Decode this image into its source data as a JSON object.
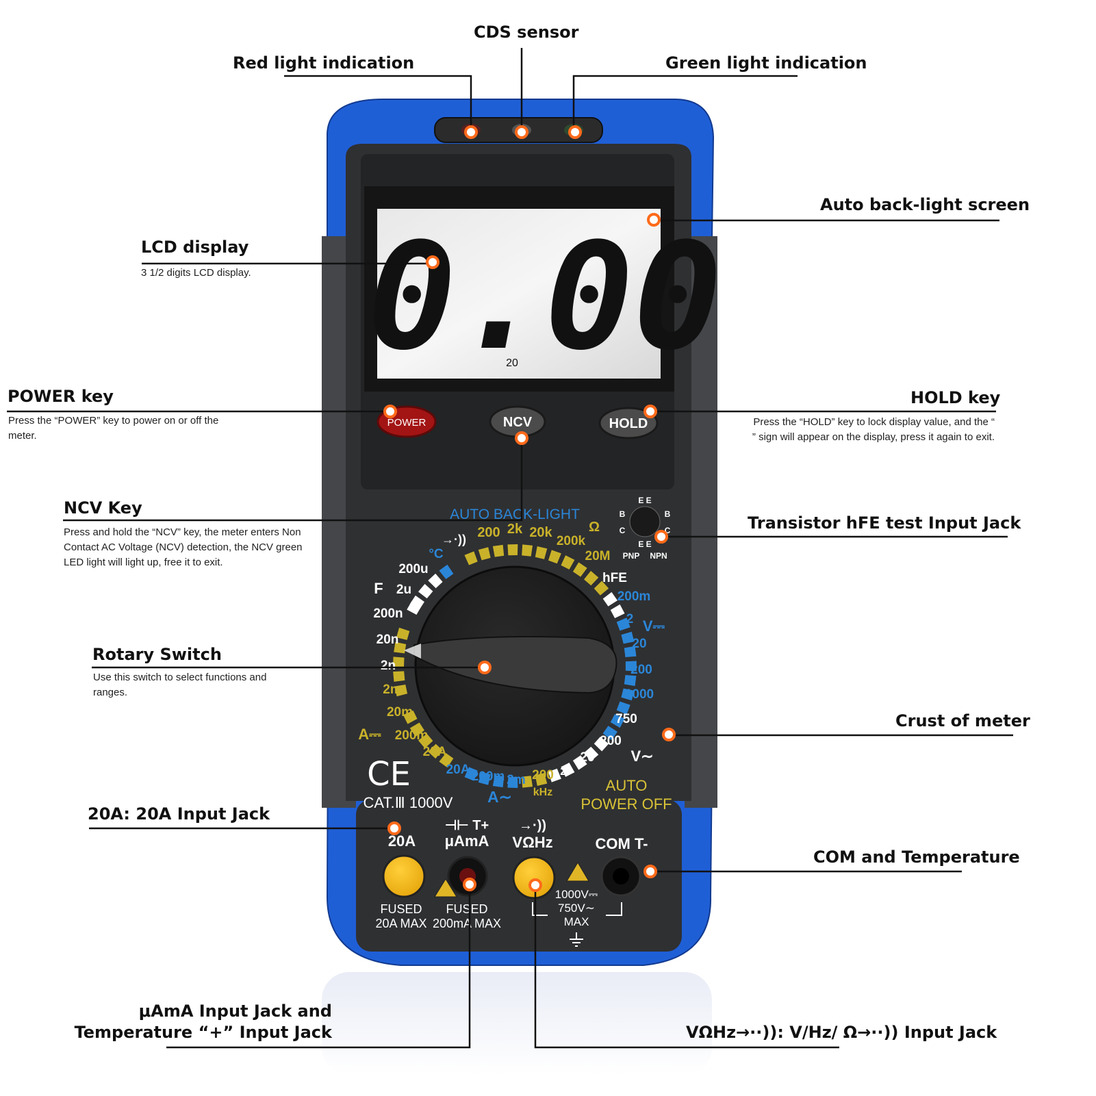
{
  "colors": {
    "accent_blue": "#1f5fd6",
    "body_dark": "#2f3032",
    "marker": "#ff6a1a",
    "yellow": "#c9b22a",
    "range_blue": "#2b86d8"
  },
  "callouts": {
    "cds_sensor": {
      "title": "CDS sensor"
    },
    "red_light": {
      "title": "Red light indication"
    },
    "green_light": {
      "title": "Green light indication"
    },
    "auto_backlight_screen": {
      "title": "Auto back-light screen"
    },
    "lcd_display": {
      "title": "LCD display",
      "desc": "3 1/2 digits LCD display."
    },
    "power_key": {
      "title": "POWER key",
      "desc": "Press the “POWER” key to power on or off the meter."
    },
    "hold_key": {
      "title": "HOLD key",
      "desc": "Press the “HOLD” key to lock display value, and the “   ” sign will appear on the display, press it again to exit."
    },
    "ncv_key": {
      "title": "NCV Key",
      "desc": "Press and hold the “NCV” key, the meter enters Non Contact AC Voltage (NCV) detection, the NCV green LED light will light up, free it to exit."
    },
    "transistor_jack": {
      "title": "Transistor hFE test Input Jack"
    },
    "rotary_switch": {
      "title": "Rotary Switch",
      "desc": "Use this switch to select functions and ranges."
    },
    "crust": {
      "title": "Crust of meter"
    },
    "jack_20a": {
      "title": "20A: 20A Input Jack"
    },
    "com_temp": {
      "title": "COM and Temperature"
    },
    "uama_jack": {
      "title": "μAmA Input Jack and Temperature “+” Input Jack"
    },
    "vohz_jack": {
      "title": "VΩHz→··)): V/Hz/ Ω→··)) Input Jack"
    }
  },
  "meter": {
    "lcd_value": "0.00",
    "lcd_range": "20",
    "buttons": {
      "power": "POWER",
      "ncv": "NCV",
      "hold": "HOLD"
    },
    "auto_backlight": "AUTO BACK-LIGHT",
    "auto_power_off_1": "AUTO",
    "auto_power_off_2": "POWER OFF",
    "ce": "CE",
    "cat": "CAT.Ⅲ  1000V",
    "hfe_pins": {
      "top": "E   E",
      "row2_left": "B",
      "row2_right": "B",
      "row3_left": "C",
      "row3_right": "C",
      "row4": "E   E",
      "pnp": "PNP",
      "npn": "NPN"
    },
    "dial_labels": [
      {
        "id": "diode",
        "text": "→·))",
        "color": "white"
      },
      {
        "id": "r200",
        "text": "200",
        "color": "yellow"
      },
      {
        "id": "r2k",
        "text": "2k",
        "color": "yellow"
      },
      {
        "id": "r20k",
        "text": "20k",
        "color": "yellow"
      },
      {
        "id": "r200k",
        "text": "200k",
        "color": "yellow"
      },
      {
        "id": "ohm",
        "text": "Ω",
        "color": "yellow"
      },
      {
        "id": "r20M",
        "text": "20M",
        "color": "yellow"
      },
      {
        "id": "hfe",
        "text": "hFE",
        "color": "white"
      },
      {
        "id": "dcv200m",
        "text": "200m",
        "color": "blue"
      },
      {
        "id": "dcv2",
        "text": "2",
        "color": "blue"
      },
      {
        "id": "vdc",
        "text": "V⎓",
        "color": "blue"
      },
      {
        "id": "dcv20",
        "text": "20",
        "color": "blue"
      },
      {
        "id": "dcv200",
        "text": "200",
        "color": "blue"
      },
      {
        "id": "dcv1000",
        "text": "1000",
        "color": "blue"
      },
      {
        "id": "acv750",
        "text": "750",
        "color": "white"
      },
      {
        "id": "acv200",
        "text": "200",
        "color": "white"
      },
      {
        "id": "acv20",
        "text": "20",
        "color": "white"
      },
      {
        "id": "vac",
        "text": "V∼",
        "color": "white"
      },
      {
        "id": "acv2",
        "text": "2",
        "color": "white"
      },
      {
        "id": "hz200k",
        "text": "200",
        "color": "yellow"
      },
      {
        "id": "khz",
        "text": "kHz",
        "color": "yellow"
      },
      {
        "id": "aca2m",
        "text": "2m",
        "color": "blue"
      },
      {
        "id": "aca200m",
        "text": "200m",
        "color": "blue"
      },
      {
        "id": "aca20A",
        "text": "20A",
        "color": "blue"
      },
      {
        "id": "aac",
        "text": "A∼",
        "color": "blue"
      },
      {
        "id": "dca20A",
        "text": "20A",
        "color": "yellow"
      },
      {
        "id": "dca200m",
        "text": "200m",
        "color": "yellow"
      },
      {
        "id": "adc",
        "text": "A⎓",
        "color": "yellow"
      },
      {
        "id": "dca20m",
        "text": "20m",
        "color": "yellow"
      },
      {
        "id": "dca2m",
        "text": "2m",
        "color": "yellow"
      },
      {
        "id": "f2n",
        "text": "2n",
        "color": "white"
      },
      {
        "id": "f20n",
        "text": "20n",
        "color": "white"
      },
      {
        "id": "f200n",
        "text": "200n",
        "color": "white"
      },
      {
        "id": "f2u",
        "text": "2u",
        "color": "white"
      },
      {
        "id": "farad",
        "text": "F",
        "color": "white"
      },
      {
        "id": "f200u",
        "text": "200u",
        "color": "white"
      },
      {
        "id": "temp",
        "text": "°C",
        "color": "blue"
      }
    ],
    "jacks": {
      "j20a_label": "20A",
      "j20a_sub1": "FUSED",
      "j20a_sub2": "20A MAX",
      "uama_top": "⊣⊢ T+",
      "uama_label": "μAmA",
      "uama_sub1": "FUSED",
      "uama_sub2": "200mA MAX",
      "vohz_top": "→·))",
      "vohz_label": "VΩHz",
      "com_label": "COM T-",
      "max1": "1000V⎓",
      "max2": "750V∼",
      "max3": "MAX"
    }
  }
}
